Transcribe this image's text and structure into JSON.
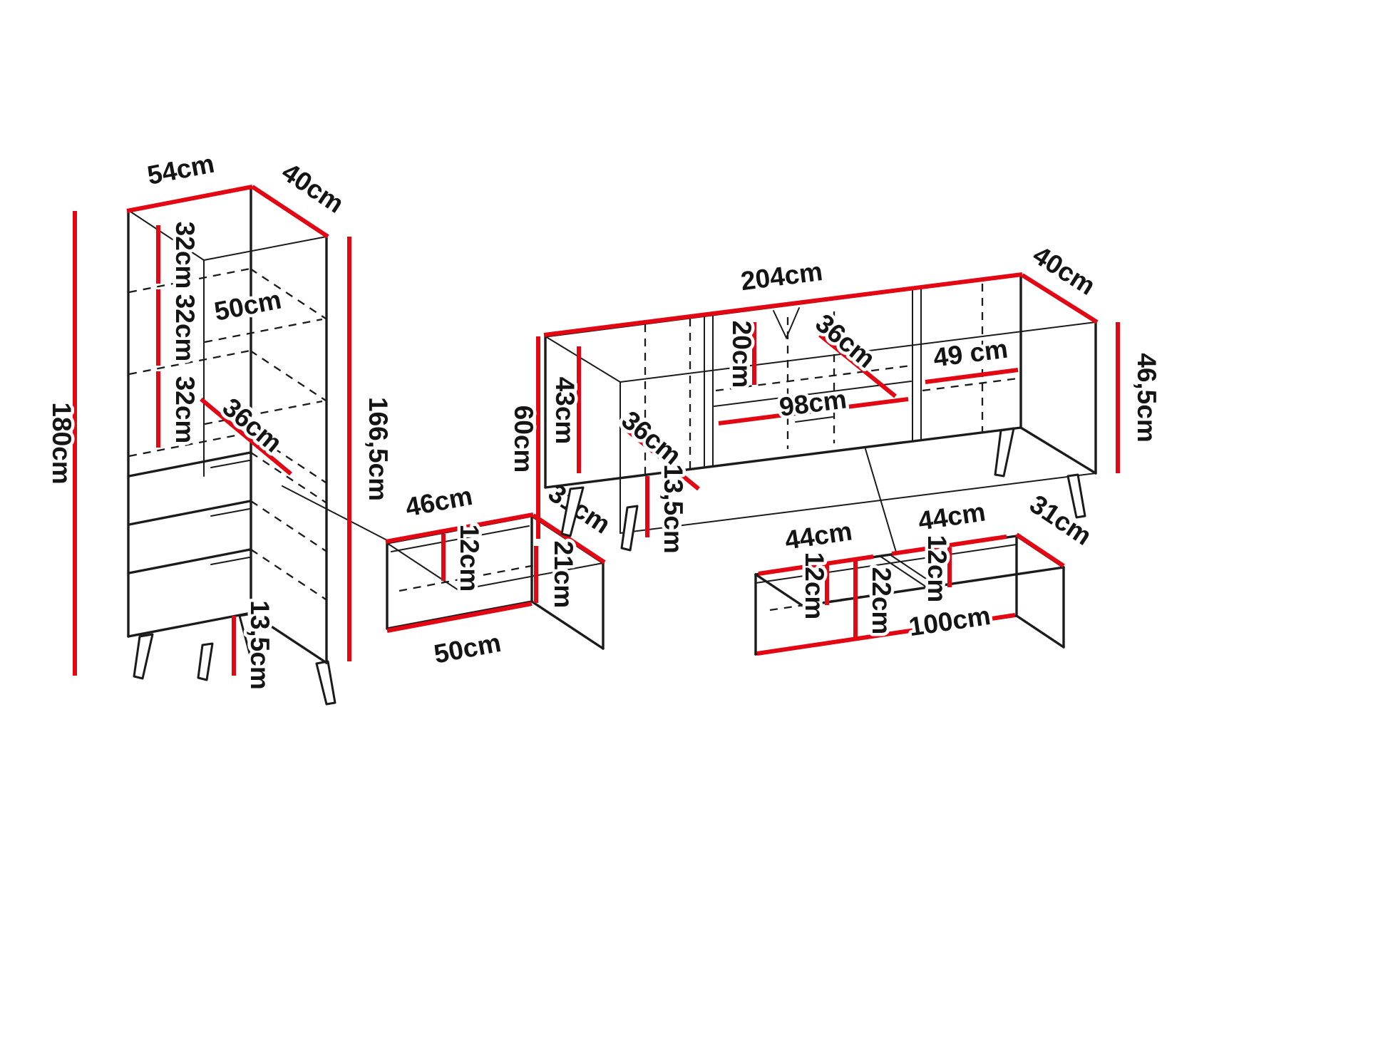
{
  "diagram": {
    "background": "#ffffff",
    "line_color": "#1b1b1b",
    "dimension_color": "#e30613",
    "unit": "cm"
  },
  "pieces": {
    "tall_cabinet": {
      "dims": {
        "width": "54cm",
        "depth": "40cm",
        "height": "180cm",
        "interior_height": "166,5cm",
        "shelf_gap_top": "32cm",
        "shelf_gap_mid": "32cm",
        "shelf_gap_low": "32cm",
        "shelf_width": "50cm",
        "shelf_depth": "36cm",
        "leg_height": "13,5cm"
      }
    },
    "small_drawer": {
      "dims": {
        "top_width": "46cm",
        "top_depth": "31cm",
        "inner_height": "12cm",
        "front_height": "21cm",
        "front_width": "50cm"
      }
    },
    "tv_stand": {
      "dims": {
        "width": "204cm",
        "depth": "40cm",
        "total_height": "60cm",
        "interior_height": "43cm",
        "side_height": "46,5cm",
        "niche_clearance": "20cm",
        "niche_depth": "36cm",
        "right_section_width": "49 cm",
        "niche_width": "98cm",
        "left_section_depth": "36cm",
        "leg_height": "13,5cm"
      }
    },
    "drawer_unit": {
      "dims": {
        "left_width": "44cm",
        "right_width": "44cm",
        "depth": "31cm",
        "left_inner_height": "12cm",
        "right_inner_height": "12cm",
        "front_height": "22cm",
        "front_width": "100cm"
      }
    }
  }
}
